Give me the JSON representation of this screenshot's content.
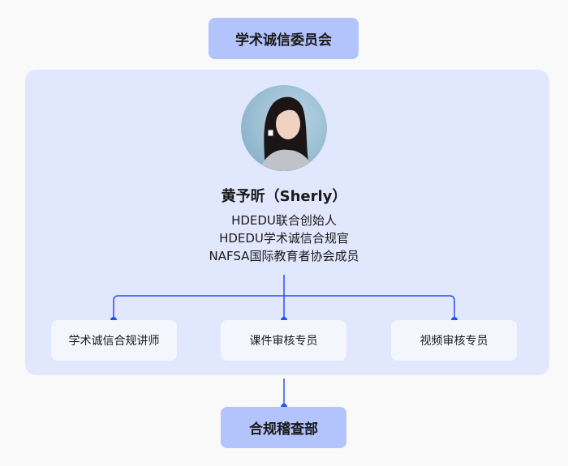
{
  "top_node": {
    "label": "学术诚信委员会"
  },
  "person": {
    "name": "黄予昕（Sherly）",
    "roles": [
      "HDEDU联合创始人",
      "HDEDU学术诚信合规官",
      "NAFSA国际教育者协会成员"
    ]
  },
  "children": [
    {
      "label": "学术诚信合规讲师"
    },
    {
      "label": "课件审核专员"
    },
    {
      "label": "视频审核专员"
    }
  ],
  "bottom_node": {
    "label": "合规稽查部"
  },
  "colors": {
    "line": "#2b4ff0",
    "node": "#b3c3fb",
    "panel": "#e1e7fd",
    "child": "#f4f6fe"
  }
}
